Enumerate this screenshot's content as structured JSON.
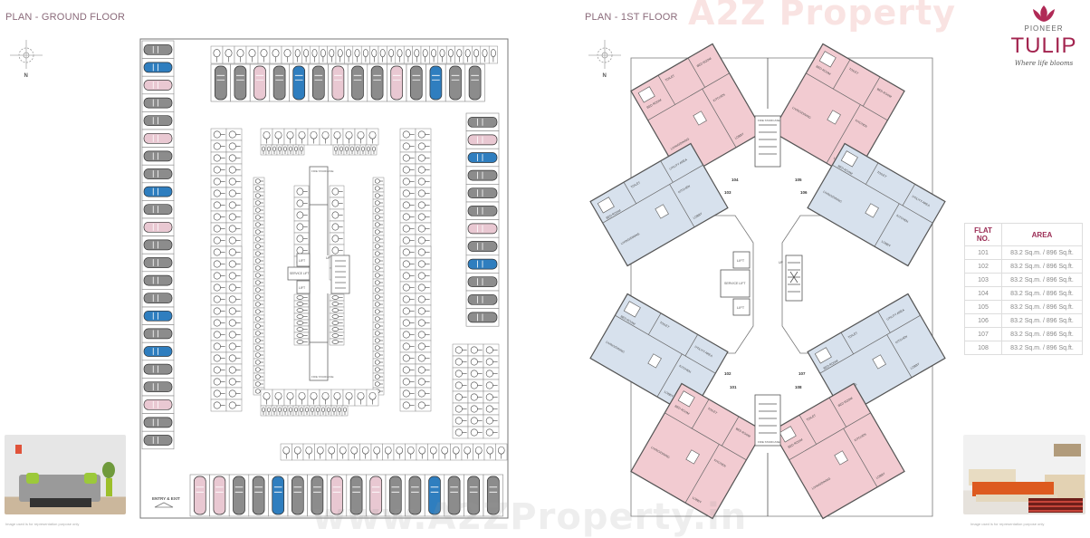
{
  "watermark": {
    "top": "A2Z Property",
    "bottom": "www.A2ZProperty.in"
  },
  "ground_floor": {
    "title": "PLAN - GROUND FLOOR",
    "compass_label": "N",
    "entry_label": "ENTRY & EXIT",
    "core_labels": {
      "fire_staircase": "FIRE STAIRCASE",
      "lift": "LIFT",
      "service_lift": "SERVICE LIFT",
      "up": "UP"
    },
    "car_colors": {
      "gray": "#8c8c8c",
      "pink": "#e9c8d2",
      "blue": "#2f7ebf"
    },
    "left_column_cars": [
      "gray",
      "blue",
      "pink",
      "gray",
      "gray",
      "pink",
      "gray",
      "gray",
      "blue",
      "gray",
      "pink",
      "gray",
      "gray",
      "gray",
      "gray",
      "blue",
      "gray",
      "blue",
      "gray",
      "gray",
      "pink",
      "gray",
      "gray"
    ],
    "top_row_cars": [
      "gray",
      "gray",
      "pink",
      "gray",
      "blue",
      "gray",
      "pink",
      "gray",
      "gray",
      "pink",
      "gray",
      "blue",
      "gray",
      "gray"
    ],
    "right_column_cars": [
      "gray",
      "pink",
      "blue",
      "gray",
      "gray",
      "gray",
      "pink",
      "gray",
      "blue",
      "gray",
      "gray",
      "gray"
    ],
    "bottom_row_cars": [
      "pink",
      "pink",
      "gray",
      "gray",
      "blue",
      "gray",
      "gray",
      "pink",
      "gray",
      "pink",
      "gray",
      "gray",
      "blue",
      "gray",
      "gray",
      "gray"
    ]
  },
  "first_floor": {
    "title": "PLAN - 1ST FLOOR",
    "compass_label": "N",
    "core_labels": {
      "fire_staircase": "FIRE STAIRCASE",
      "lift": "LIFT",
      "service_lift": "SERVICE LIFT",
      "up": "UP"
    },
    "room_labels": {
      "bed_room": "BED ROOM",
      "toilet": "TOILET",
      "kitchen": "KITCHEN",
      "living_dining": "LIVING/DINING",
      "lobby": "LOBBY",
      "utility": "UTILITY AREA"
    },
    "flat_numbers": [
      "101",
      "102",
      "103",
      "104",
      "105",
      "106",
      "107",
      "108"
    ],
    "colors": {
      "pink_flat": "#f2cbd1",
      "blue_flat": "#d7e1ed"
    }
  },
  "logo": {
    "developer": "PIONEER",
    "project": "TULIP",
    "tagline": "Where life blooms",
    "color": "#a3244f"
  },
  "area_table": {
    "headers": [
      "FLAT NO.",
      "AREA"
    ],
    "rows": [
      {
        "flat": "101",
        "area": "83.2 Sq.m. / 896 Sq.ft."
      },
      {
        "flat": "102",
        "area": "83.2 Sq.m. / 896 Sq.ft."
      },
      {
        "flat": "103",
        "area": "83.2 Sq.m. / 896 Sq.ft."
      },
      {
        "flat": "104",
        "area": "83.2 Sq.m. / 896 Sq.ft."
      },
      {
        "flat": "105",
        "area": "83.2 Sq.m. / 896 Sq.ft."
      },
      {
        "flat": "106",
        "area": "83.2 Sq.m. / 896 Sq.ft."
      },
      {
        "flat": "107",
        "area": "83.2 Sq.m. / 896 Sq.ft."
      },
      {
        "flat": "108",
        "area": "83.2 Sq.m. / 896 Sq.ft."
      }
    ]
  },
  "captions": {
    "left_photo": "Image used is for representation purpose only",
    "right_photo": "Image used is for representation purpose only"
  }
}
